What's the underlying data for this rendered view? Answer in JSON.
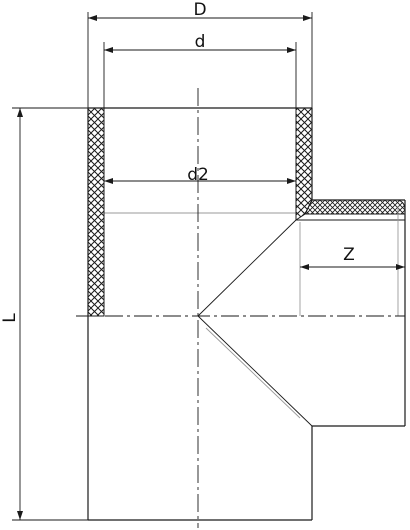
{
  "labels": {
    "outer_diameter": "D",
    "inner_diameter": "d",
    "socket_diameter": "d2",
    "branch_length": "Z",
    "total_length": "L"
  },
  "colors": {
    "line": "#1a1a1a",
    "hatch_fill": "#ffffff",
    "light_line": "#9a9a9a"
  }
}
